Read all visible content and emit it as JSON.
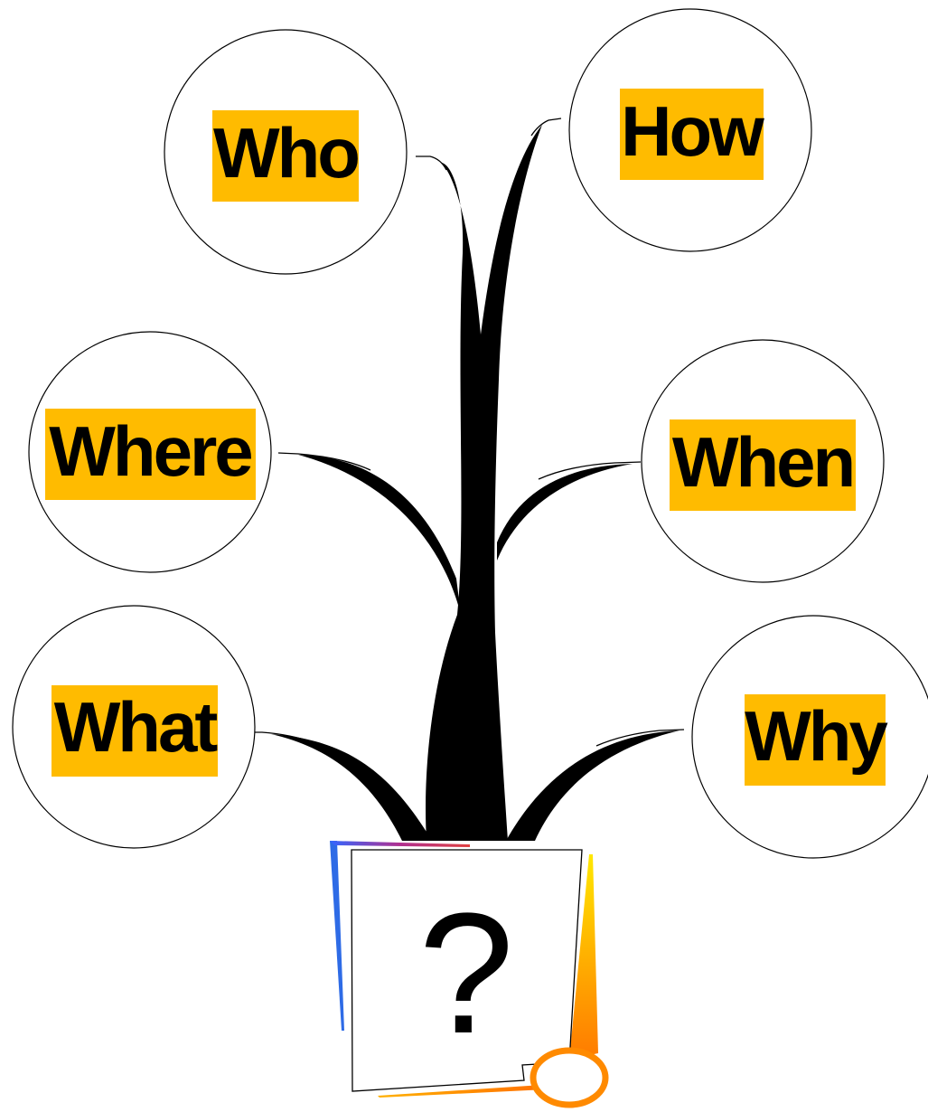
{
  "colors": {
    "label_highlight": "#FFBB00",
    "stem": "#000000",
    "circle_stroke": "#000000",
    "pot_left_edge": "#2E6BE6",
    "pot_right_edge_top": "#FFE000",
    "pot_right_edge_bottom": "#FF8A00",
    "pot_top_edge": "#C04080"
  },
  "nodes": [
    {
      "id": "who",
      "label": "Who"
    },
    {
      "id": "how",
      "label": "How"
    },
    {
      "id": "where",
      "label": "Where"
    },
    {
      "id": "when",
      "label": "When"
    },
    {
      "id": "what",
      "label": "What"
    },
    {
      "id": "why",
      "label": "Why"
    }
  ],
  "pot": {
    "symbol": "?"
  }
}
